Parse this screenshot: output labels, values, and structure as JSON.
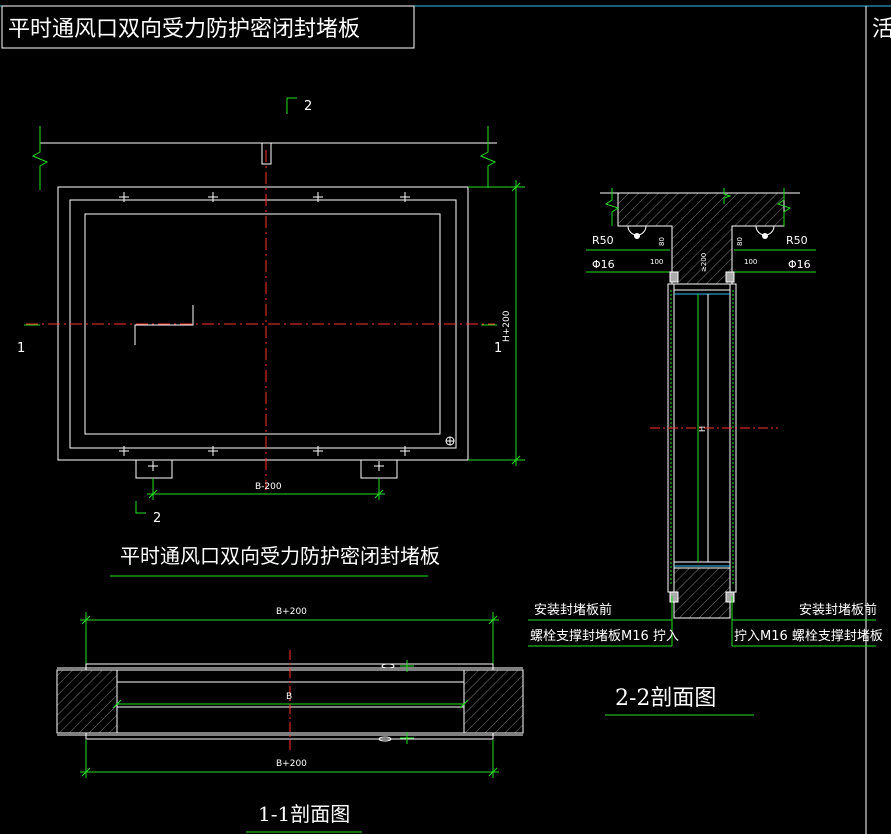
{
  "header": {
    "title": "平时通风口双向受力防护密闭封堵板",
    "edge_char": "活"
  },
  "plan_view": {
    "title": "平时通风口双向受力防护密闭封堵板",
    "section_marker_top": "2",
    "section_marker_bottom": "2",
    "section_marker_left": "1",
    "section_marker_right": "1",
    "dim_height": "H+200",
    "dim_width": "B-200"
  },
  "section_1_1": {
    "title": "1-1剖面图",
    "dim_top": "B+200",
    "dim_middle": "B",
    "dim_bottom": "B+200"
  },
  "section_2_2": {
    "title": "2-2剖面图",
    "radius_left": "R50",
    "radius_right": "R50",
    "bar_left": "Φ16",
    "bar_right": "Φ16",
    "dim_100_left": "100",
    "dim_100_right": "100",
    "dim_80_left": "80",
    "dim_80_right": "80",
    "dim_200": "≥200",
    "dim_h": "H",
    "note_install_left": "安装封堵板前",
    "note_install_right": "安装封堵板前",
    "note_bolt_left": "螺栓支撑封堵板M16 拧入",
    "note_bolt_right": "拧入M16 螺栓支撑封堵板"
  },
  "colors": {
    "line_white": "#ffffff",
    "line_green": "#22dd22",
    "centerline_red": "#ff3030",
    "accent_cyan": "#33bbee",
    "background": "#000000"
  }
}
